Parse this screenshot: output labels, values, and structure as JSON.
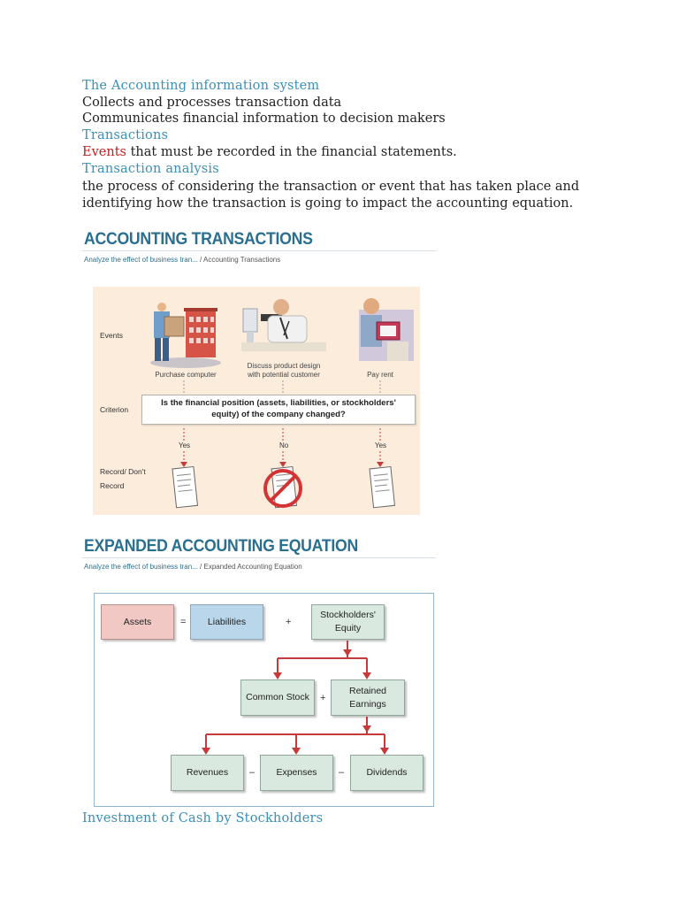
{
  "intro": {
    "heading1": "The Accounting information system",
    "line1": "Collects and processes transaction data",
    "line2": "Communicates financial information to decision makers",
    "heading2": "Transactions",
    "events_word": "Events",
    "events_rest": " that must be recorded in the financial statements.",
    "heading3": "Transaction analysis",
    "para1": "the process of considering the transaction or event that has taken place and",
    "para2": "identifying how the transaction is going to impact the accounting equation."
  },
  "figure1": {
    "title": "ACCOUNTING TRANSACTIONS",
    "breadcrumb_link": "Analyze the effect of business tran...",
    "breadcrumb_rest": " / Accounting Transactions",
    "row_events": "Events",
    "row_criterion": "Criterion",
    "row_record_1": "Record/ Don't",
    "row_record_2": "Record",
    "caption_purchase": "Purchase computer",
    "caption_discuss_1": "Discuss product design",
    "caption_discuss_2": "with potential customer",
    "caption_rent": "Pay rent",
    "criterion_1": "Is the financial position (assets, liabilities, or stockholders'",
    "criterion_2": "equity) of the company changed?",
    "answer_left": "Yes",
    "answer_mid": "No",
    "answer_right": "Yes"
  },
  "figure2": {
    "title": "EXPANDED ACCOUNTING EQUATION",
    "breadcrumb_link": "Analyze the effect of business tran...",
    "breadcrumb_rest": " / Expanded Accounting Equation",
    "assets": "Assets",
    "equals": "=",
    "liabilities": "Liabilities",
    "plus": "+",
    "equity": "Stockholders' Equity",
    "common_stock": "Common Stock",
    "retained": "Retained Earnings",
    "revenues": "Revenues",
    "minus": "–",
    "expenses": "Expenses",
    "dividends": "Dividends"
  },
  "footer_heading": "Investment of Cash by Stockholders",
  "colors": {
    "heading": "#3a8fb7",
    "red_word": "#c0201f",
    "figure_title": "#2a6f8f",
    "arrow": "#c73a3a"
  }
}
